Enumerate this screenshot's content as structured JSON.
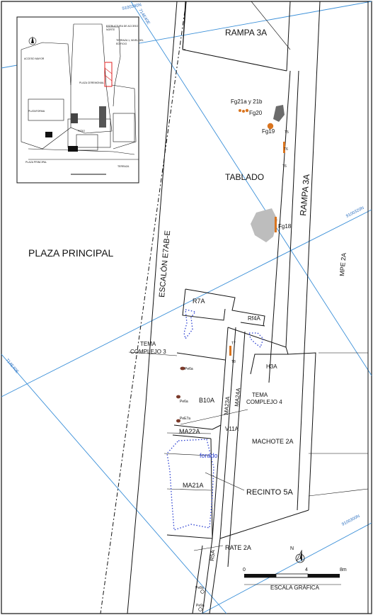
{
  "labels": {
    "rampa_top": "RAMPA 3A",
    "rampa_side": "RAMPA 3A",
    "tablado": "TABLADO",
    "plaza": "PLAZA PRINCIPAL",
    "escalon": "ESCALÓN E7AB-E",
    "mpe": "MPE 2A",
    "machote": "MACHOTE 2A",
    "recinto": "RECINTO 5A",
    "rate": "RATE 2A",
    "forado": "forado",
    "r7a": "R7A",
    "rf4a": "Rf4A",
    "h3a": "H3A",
    "b10a": "B10A",
    "ma22a": "MA22A",
    "ma23a": "MA23A",
    "ma24a": "MA24A",
    "v11a": "V11A",
    "ma21a": "MA21A",
    "r5a": "R5A",
    "tema3_line1": "TEMA",
    "tema3_line2": "COMPLEJO 3",
    "tema4_line1": "TEMA",
    "tema4_line2": "COMPLEJO 4",
    "fg21": "Fg21a y 21b",
    "fg20": "Fg20",
    "fg19": "Fg19",
    "fg18": "Fg18",
    "pe6a": "Pe6a",
    "pe6b": "Pe6a",
    "pe7a": "PeE7a",
    "pe8a": "Pe8a",
    "pe9a": "Pe9a",
    "t5": "T5",
    "t6": "T6",
    "t6b": "T6",
    "t7": "T7",
    "t8": "T8"
  },
  "grid_labels": {
    "n_top": "9100340N",
    "e_top": "714E40E",
    "n_mid": "9100320N",
    "e_left": "714E40E",
    "n_bot": "9100300N"
  },
  "scale": {
    "title": "ESCALA GRÁFICA",
    "t0": "0",
    "t4": "4",
    "t8": "8m",
    "north": "N"
  },
  "inset": {
    "l1": "ESTRUCTURA DE ACCESO",
    "l2": "NORTE",
    "l3": "TERRAZA 1, NIVEL DEL",
    "l4": "EDIFICIO",
    "l5": "PLAZA CEREMONIAL",
    "l6": "ACCESO MAYOR",
    "l7": "PLATAFORMA",
    "l8": "PATIO",
    "l9": "PLAZA PRINCIPAL",
    "l10": "TERRAZA"
  },
  "colors": {
    "grid": "#3a8fd8",
    "feature": "#d9741f",
    "post": "#7a3a2a",
    "gray": "#bdbdbd",
    "dark_gray": "#6b6b6b",
    "dotted": "#2a3fd1",
    "inset_red": "#e02020"
  }
}
